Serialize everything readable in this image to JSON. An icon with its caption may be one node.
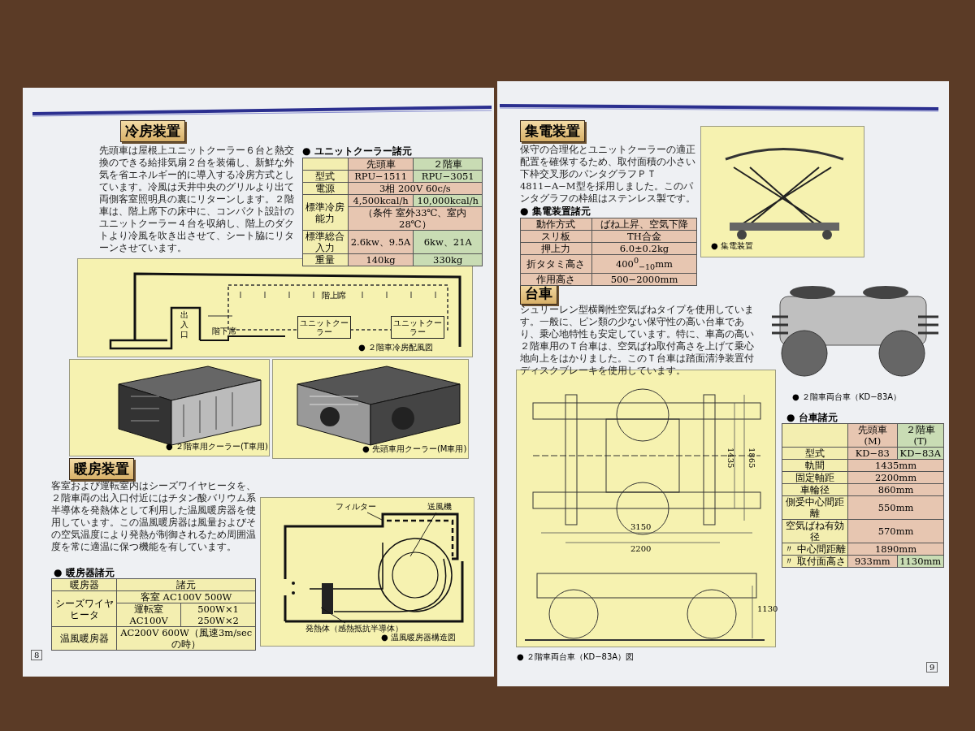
{
  "diagram": {
    "nodes": [
      {
        "text": [
          "冷房装置"
        ]
      },
      {
        "text": [
          "● ２階車冷房配風図"
        ]
      },
      {
        "text": [
          "ユニットクーラー"
        ],
        "in": 1
      },
      {
        "text": [
          "ユニットクーラー"
        ],
        "in": 1
      },
      {
        "text": [
          "● ２階車用クーラー(T車用)"
        ]
      },
      {
        "text": [
          "● 先頭車用クーラー(M車用)"
        ]
      },
      {
        "text": [
          "暖房装置"
        ]
      },
      {
        "text": [
          "● 温風暖房器構造図"
        ]
      },
      {
        "text": [
          "フィルター"
        ],
        "in": 7
      },
      {
        "text": [
          "送風機"
        ],
        "in": 7
      },
      {
        "text": [
          "発熱体（感熱抵抗半導体）"
        ],
        "in": 7
      },
      {
        "text": [
          "集電装置"
        ]
      },
      {
        "text": [
          "● 集電装置"
        ]
      },
      {
        "text": [
          "台車"
        ]
      },
      {
        "text": [
          "● ２階車両台車（KD−83A）図"
        ]
      }
    ],
    "edges": [
      {
        "from": 8,
        "to": null,
        "arrow": "none"
      },
      {
        "from": 9,
        "to": null,
        "arrow": "none"
      },
      {
        "from": 10,
        "to": null,
        "arrow": "none"
      }
    ],
    "labels": [
      "先頭車は屋根上ユニットクーラー６台と熱交換のできる給排気扇２台を装備し、新鮮な外気を省エネルギー的に導入する冷房方式としています。冷風は天井中央のグリルより出て両側客室照明具の裏にリターンします。２階車は、階上席下の床中に、コンパクト設計のユニットクーラー４台を収納し、階上のダクトより冷風を吹き出させて、シート脇にリターンさせています。",
      "● ユニットクーラー諸元",
      "先頭車",
      "２階車",
      "型式",
      "RPU−1511",
      "RPU−3051",
      "電源",
      "3相 200V 60c/s",
      "標準冷房能力",
      "4,500kcal/h",
      "10,000kcal/h",
      "（条件 室外33℃、室内28℃）",
      "標準総合入力",
      "2.6kw、9.5A",
      "6kw、21A",
      "重量",
      "140kg",
      "330kg",
      "出入口",
      "階下席",
      "階上席",
      "客室および運転室内はシーズワイヤヒータを、２階車両の出入口付近にはチタン酸バリウム系半導体を発熱体として利用した温風暖房器を使用しています。この温風暖房器は風量およびその空気温度により発熱が制御されるため周囲温度を常に適温に保つ機能を有しています。",
      "● 暖房器諸元",
      "暖房器",
      "諸元",
      "シーズワイヤヒータ",
      "客室 AC100V 500W",
      "運転室 AC100V",
      "500W×1 250W×2",
      "温風暖房器",
      "AC200V 600W（風速3m/secの時）",
      "8",
      "保守の合理化とユニットクーラーの適正配置を確保するため、取付面積の小さい下枠交叉形のパンタグラフＰＴ4811−A−M型を採用しました。このパンタグラフの枠組はステンレス製です。",
      "● 集電装置諸元",
      "動作方式",
      "ばね上昇、空気下降",
      "スリ板",
      "TH合金",
      "押上力",
      "6.0±0.2kg",
      "折タタミ高さ",
      "400$^{0}$$_{−10}$mm",
      "作用高さ",
      "500−2000mm",
      "シュリーレン型横剛性空気ばねタイプを使用しています。一般に、ピン類の少ない保守性の高い台車であり、乗心地特性も安定しています。特に、車高の高い２階車用のＴ台車は、空気ばね取付高さを上げて乗心地向上をはかりました。このＴ台車は踏面清浄装置付ディスクブレーキを使用しています。",
      "● ２階車両台車（KD−83A）",
      "1435",
      "1865",
      "3150",
      "2200",
      "1130",
      "● 台車諸元",
      "先頭車(M)",
      "２階車(T)",
      "型式",
      "KD−83",
      "KD−83A",
      "軌間",
      "1435mm",
      "固定軸距",
      "2200mm",
      "車輪径",
      "860mm",
      "側受中心間距離",
      "550mm",
      "空気ばね有効径",
      "570mm",
      "〃 中心間距離",
      "1890mm",
      "〃 取付面高さ",
      "933mm",
      "1130mm",
      "9"
    ]
  }
}
